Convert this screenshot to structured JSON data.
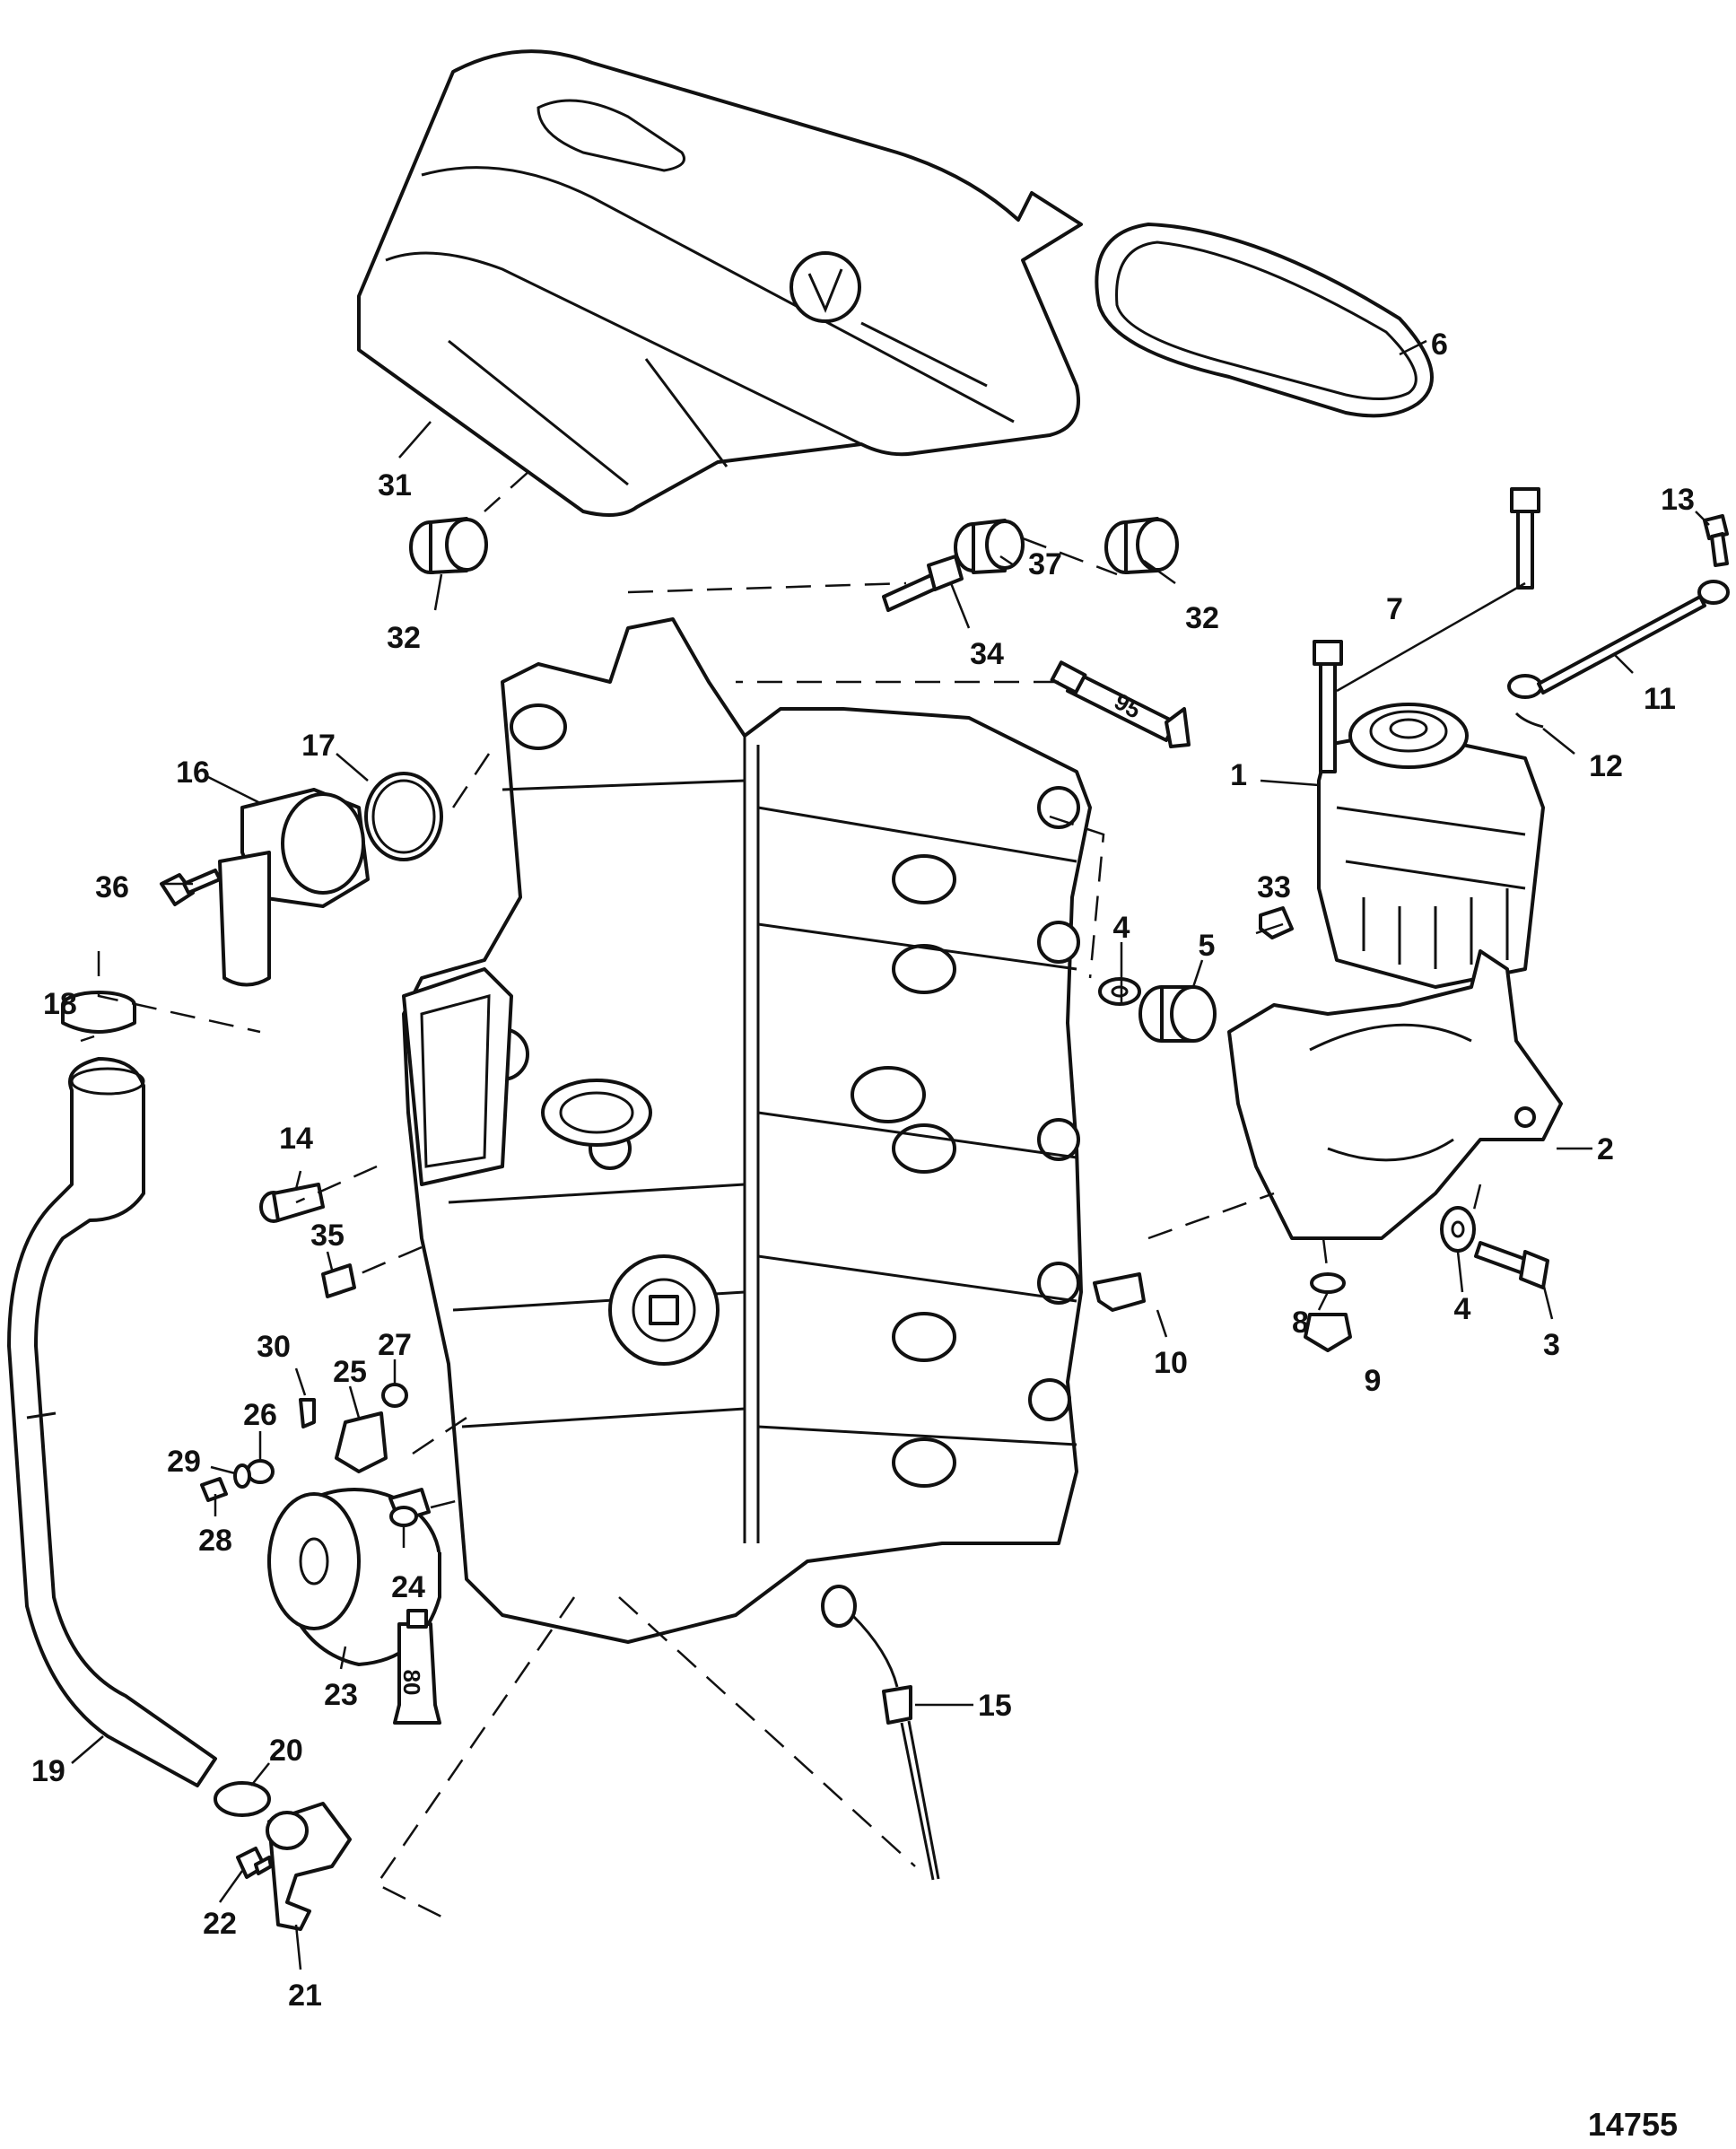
{
  "figure_id": "14755",
  "callouts": [
    {
      "number": "1"
    },
    {
      "number": "2"
    },
    {
      "number": "3"
    },
    {
      "number": "4"
    },
    {
      "number": "4"
    },
    {
      "number": "5"
    },
    {
      "number": "6"
    },
    {
      "number": "7"
    },
    {
      "number": "8"
    },
    {
      "number": "9"
    },
    {
      "number": "10"
    },
    {
      "number": "11"
    },
    {
      "number": "12"
    },
    {
      "number": "13"
    },
    {
      "number": "14"
    },
    {
      "number": "15"
    },
    {
      "number": "16"
    },
    {
      "number": "17"
    },
    {
      "number": "18"
    },
    {
      "number": "19"
    },
    {
      "number": "20"
    },
    {
      "number": "21"
    },
    {
      "number": "22"
    },
    {
      "number": "23"
    },
    {
      "number": "24"
    },
    {
      "number": "25"
    },
    {
      "number": "26"
    },
    {
      "number": "27"
    },
    {
      "number": "28"
    },
    {
      "number": "29"
    },
    {
      "number": "30"
    },
    {
      "number": "31"
    },
    {
      "number": "32"
    },
    {
      "number": "32"
    },
    {
      "number": "33"
    },
    {
      "number": "34"
    },
    {
      "number": "35"
    },
    {
      "number": "36"
    },
    {
      "number": "37"
    }
  ],
  "tube_labels": [
    "95",
    "80"
  ]
}
